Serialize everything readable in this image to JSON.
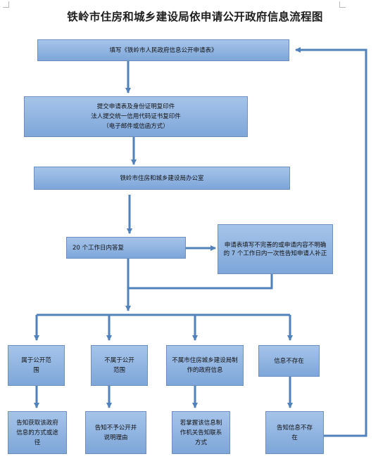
{
  "title": "铁岭市住房和城乡建设局依申请公开政府信息流程图",
  "steps": {
    "fill_form": "填写《铁岭市人民政府信息公开申请表》",
    "submit": {
      "line1": "提交申请表及身份证明复印件",
      "line2": "法人提交统一信用代码证书复印件",
      "line3": "（电子邮件或信函方式）"
    },
    "office": "铁岭市住房和城乡建设局办公室",
    "reply": "20 个工作日内答复",
    "supplement": "申请表填写不完善的或申请内容不明确的 7 个工作日内一次性告知申请人补正"
  },
  "branches": [
    {
      "category": "属于公开范围",
      "result": "告知获取该政府信息的方式或途径"
    },
    {
      "category": "不属于公开范围",
      "result": "告知不予公开并说明理由"
    },
    {
      "category": "不属市住房城乡建设局制作的政府信息",
      "result": "若掌握该信息制作机关告知联系方式"
    },
    {
      "category": "信息不存在",
      "result": "告知信息不存在"
    }
  ]
}
